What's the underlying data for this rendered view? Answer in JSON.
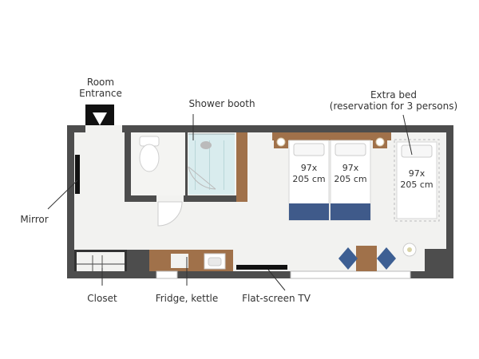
{
  "labels": {
    "room_entrance_line1": "Room",
    "room_entrance_line2": "Entrance",
    "shower_booth": "Shower booth",
    "extra_bed_line1": "Extra bed",
    "extra_bed_line2": "(reservation for 3 persons)",
    "mirror": "Mirror",
    "closet": "Closet",
    "fridge_kettle": "Fridge, kettle",
    "flat_screen_tv": "Flat-screen TV"
  },
  "beds": [
    {
      "size": "97x",
      "length": "205 cm"
    },
    {
      "size": "97x",
      "length": "205 cm"
    },
    {
      "size": "97x",
      "length": "205 cm"
    }
  ],
  "icons": {
    "entrance": "triangle-down-icon"
  },
  "colors": {
    "wall": "#4d4d4d",
    "floor": "#f2f2f0",
    "wood": "#a0714a",
    "bed_blue": "#3f5a8a",
    "chair_blue": "#3d5f93",
    "shower_glass": "#d9ecee"
  }
}
